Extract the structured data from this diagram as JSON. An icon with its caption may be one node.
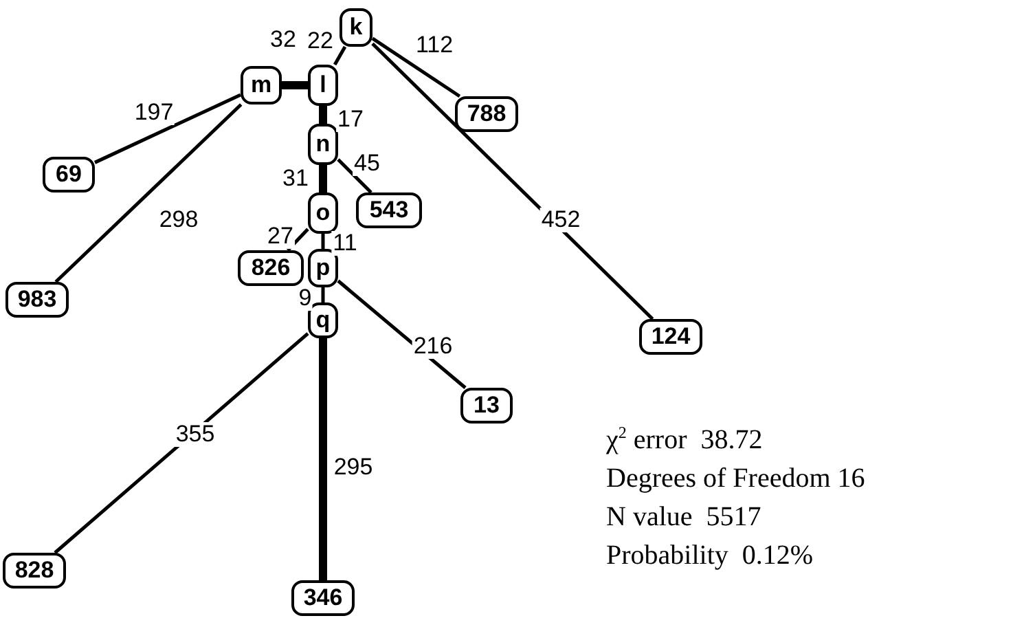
{
  "diagram": {
    "nodes": [
      {
        "text": [
          "k"
        ]
      },
      {
        "text": [
          "l"
        ]
      },
      {
        "text": [
          "m"
        ]
      },
      {
        "text": [
          "n"
        ]
      },
      {
        "text": [
          "o"
        ]
      },
      {
        "text": [
          "p"
        ]
      },
      {
        "text": [
          "q"
        ]
      },
      {
        "text": [
          "788"
        ]
      },
      {
        "text": [
          "69"
        ]
      },
      {
        "text": [
          "543"
        ]
      },
      {
        "text": [
          "826"
        ]
      },
      {
        "text": [
          "983"
        ]
      },
      {
        "text": [
          "124"
        ]
      },
      {
        "text": [
          "13"
        ]
      },
      {
        "text": [
          "828"
        ]
      },
      {
        "text": [
          "346"
        ]
      }
    ],
    "edges": [
      {
        "from": 0,
        "to": 1,
        "arrow": "none",
        "label": "22"
      },
      {
        "from": 0,
        "to": 7,
        "arrow": "none",
        "label": "112"
      },
      {
        "from": 0,
        "to": 12,
        "arrow": "none",
        "label": "452"
      },
      {
        "from": 1,
        "to": 2,
        "arrow": "none",
        "label": "32",
        "style": "thick"
      },
      {
        "from": 2,
        "to": 8,
        "arrow": "none",
        "label": "197"
      },
      {
        "from": 2,
        "to": 11,
        "arrow": "none",
        "label": "298"
      },
      {
        "from": 1,
        "to": 3,
        "arrow": "none",
        "label": "17",
        "style": "thick"
      },
      {
        "from": 3,
        "to": 4,
        "arrow": "none",
        "label": "31",
        "style": "thick"
      },
      {
        "from": 3,
        "to": 9,
        "arrow": "none",
        "label": "45"
      },
      {
        "from": 4,
        "to": 5,
        "arrow": "none",
        "label": "11"
      },
      {
        "from": 4,
        "to": 10,
        "arrow": "none",
        "label": "27"
      },
      {
        "from": 5,
        "to": 6,
        "arrow": "none",
        "label": "9"
      },
      {
        "from": 5,
        "to": 13,
        "arrow": "none",
        "label": "216"
      },
      {
        "from": 6,
        "to": 14,
        "arrow": "none",
        "label": "355"
      },
      {
        "from": 6,
        "to": 15,
        "arrow": "none",
        "label": "295",
        "style": "thick"
      }
    ],
    "labels": [
      "χ$^{2}$ error  38.72",
      "Degrees of Freedom 16",
      "N value  5517",
      "Probability  0.12%"
    ]
  }
}
